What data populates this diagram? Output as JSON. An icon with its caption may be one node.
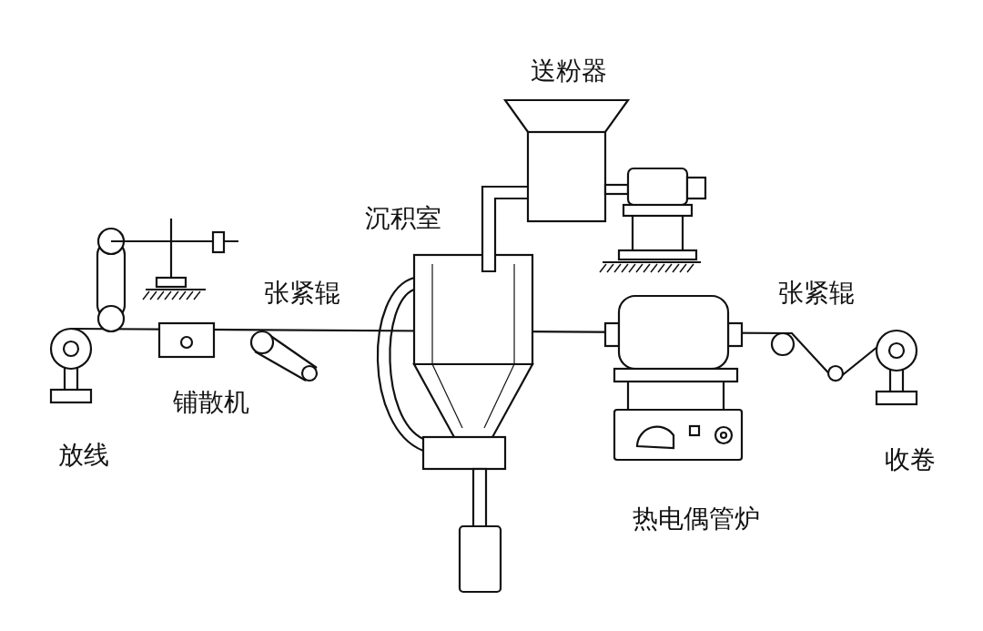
{
  "diagram": {
    "labels": [
      "送粉器",
      "沉积室",
      "张紧辊",
      "张紧辊",
      "铺散机",
      "放线",
      "收卷",
      "热电偶管炉"
    ]
  }
}
